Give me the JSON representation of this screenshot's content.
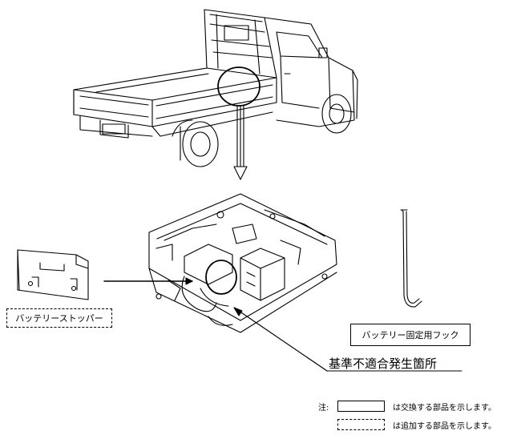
{
  "labels": {
    "battery_stopper": "バッテリーストッパー",
    "battery_hook": "バッテリー固定用フック",
    "defect_location": "基準不適合発生箇所"
  },
  "legend": {
    "note_prefix": "注:",
    "replace_text": "は交換する部品を示します。",
    "add_text": "は追加する部品を示します。"
  }
}
